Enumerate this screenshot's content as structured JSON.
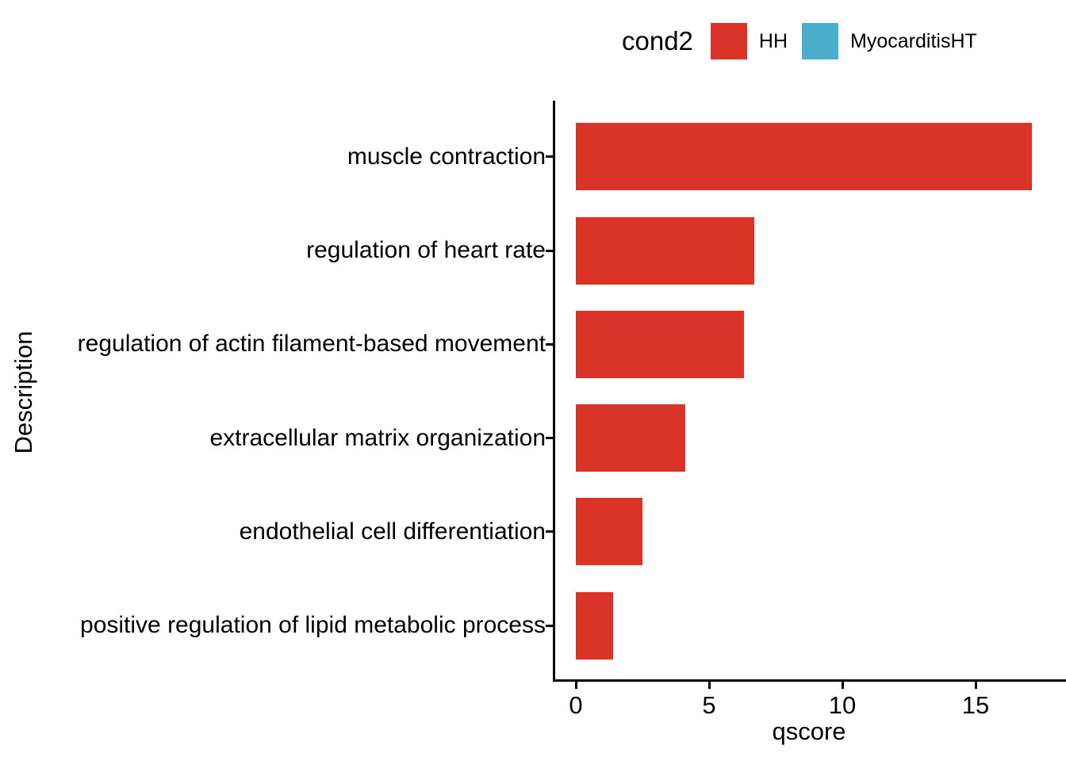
{
  "legend": {
    "title": "cond2",
    "items": [
      {
        "label": "HH",
        "color": "#DA3327"
      },
      {
        "label": "MyocarditisHT",
        "color": "#4AAECC"
      }
    ]
  },
  "y_axis": {
    "title": "Description"
  },
  "x_axis": {
    "title": "qscore"
  },
  "chart_data": {
    "type": "bar",
    "orientation": "horizontal",
    "title": "",
    "xlabel": "qscore",
    "ylabel": "Description",
    "legend_title": "cond2",
    "legend_position": "top",
    "grid": false,
    "xlim": [
      0,
      18.4
    ],
    "xticks": [
      0,
      5,
      10,
      15
    ],
    "categories": [
      "muscle contraction",
      "regulation of heart rate",
      "regulation of actin filament-based movement",
      "extracellular matrix organization",
      "endothelial cell differentiation",
      "positive regulation of lipid metabolic process"
    ],
    "series": [
      {
        "name": "HH",
        "color": "#DA3327",
        "values": [
          17.1,
          6.7,
          6.3,
          4.1,
          2.5,
          1.4
        ]
      },
      {
        "name": "MyocarditisHT",
        "color": "#4AAECC",
        "values": []
      }
    ]
  }
}
